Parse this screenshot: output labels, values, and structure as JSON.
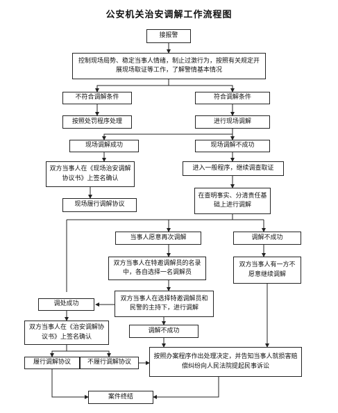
{
  "title": "公安机关治安调解工作流程图",
  "steps": {
    "receive_report": "接报警",
    "control_scene": "控制现场局势、稳定当事人情绪，制止过激行为，按照有关规定开展现场取证等工作，了解警情基本情况",
    "not_meet_conditions": "不符合调解条件",
    "meet_conditions": "符合调解条件",
    "punishment_procedure": "按照处罚程序处理",
    "scene_mediation": "进行现场调解",
    "scene_success": "现场调解成功",
    "scene_fail": "现场调解不成功",
    "sign_scene_agreement": "双方当事人在《现场治安调解协议书》上签名确认",
    "general_procedure": "进入一般程序，继续调查取证",
    "perform_scene_agreement": "现场履行调解协议",
    "mediate_after_facts": "在查明事实、分清责任基础上进行调解",
    "willing_again": "当事人愿意再次调解",
    "mediation_fail": "调解不成功",
    "choose_mediator": "双方当事人在特邀调解员的名录中，各自选择一名调解员",
    "one_party_unwilling": "双方当事人有一方不愿意继续调解",
    "special_mediation": "双方当事人在选择特邀调解员和民警的主持下，进行调解",
    "mediation_success": "调处成功",
    "mediation_fail_2": "调解不成功",
    "sign_agreement": "双方当事人在《治安调解协议书》上签名确认",
    "perform_agreement": "履行调解协议",
    "not_perform_agreement": "不履行调解协议",
    "handle_case": "按照办案程序作出处理决定，并告知当事人就损害赔偿纠纷向人民法院提起民事诉讼",
    "case_closed": "案件终结"
  }
}
